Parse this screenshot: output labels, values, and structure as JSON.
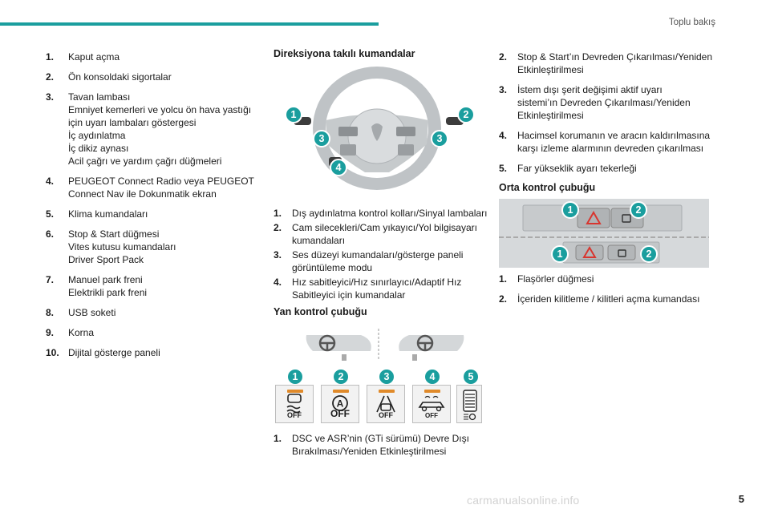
{
  "header": {
    "section": "Toplu bakış",
    "accent_color": "#1a9e9e"
  },
  "left_list": [
    {
      "num": "1.",
      "lines": [
        "Kaput açma"
      ]
    },
    {
      "num": "2.",
      "lines": [
        "Ön konsoldaki sigortalar"
      ]
    },
    {
      "num": "3.",
      "lines": [
        "Tavan lambası",
        "Emniyet kemerleri ve yolcu ön hava yastığı",
        "için uyarı lambaları göstergesi",
        "İç aydınlatma",
        "İç dikiz aynası",
        "Acil çağrı ve yardım çağrı düğmeleri"
      ]
    },
    {
      "num": "4.",
      "lines": [
        "PEUGEOT Connect Radio veya PEUGEOT",
        "Connect Nav ile Dokunmatik ekran"
      ]
    },
    {
      "num": "5.",
      "lines": [
        "Klima kumandaları"
      ]
    },
    {
      "num": "6.",
      "lines": [
        "Stop & Start düğmesi",
        "Vites kutusu kumandaları",
        "Driver Sport Pack"
      ]
    },
    {
      "num": "7.",
      "lines": [
        "Manuel park freni",
        "Elektrikli park freni"
      ]
    },
    {
      "num": "8.",
      "lines": [
        "USB soketi"
      ]
    },
    {
      "num": "9.",
      "lines": [
        "Korna"
      ]
    },
    {
      "num": "10.",
      "lines": [
        "Dijital gösterge paneli"
      ]
    }
  ],
  "middle": {
    "steering_title": "Direksiyona takılı kumandalar",
    "steering_badges": [
      "1",
      "2",
      "3",
      "3",
      "4"
    ],
    "steering_list": [
      {
        "num": "1.",
        "lines": [
          "Dış aydınlatma kontrol kolları/Sinyal lambaları"
        ]
      },
      {
        "num": "2.",
        "lines": [
          "Cam silecekleri/Cam yıkayıcı/Yol bilgisayarı",
          "kumandaları"
        ]
      },
      {
        "num": "3.",
        "lines": [
          "Ses düzeyi kumandaları/gösterge paneli",
          "görüntüleme modu"
        ]
      },
      {
        "num": "4.",
        "lines": [
          "Hız sabitleyici/Hız sınırlayıcı/Adaptif Hız",
          "Sabitleyici için kumandalar"
        ]
      }
    ],
    "side_title": "Yan kontrol çubuğu",
    "side_badges": [
      "1",
      "2",
      "3",
      "4",
      "5"
    ],
    "off_label": "OFF",
    "side_list": [
      {
        "num": "1.",
        "lines": [
          "DSC ve ASR’nin (GTi sürümü) Devre Dışı",
          "Bırakılması/Yeniden Etkinleştirilmesi"
        ]
      }
    ]
  },
  "right": {
    "list": [
      {
        "num": "2.",
        "lines": [
          "Stop & Start’ın Devreden Çıkarılması/Yeniden",
          "Etkinleştirilmesi"
        ]
      },
      {
        "num": "3.",
        "lines": [
          "İstem dışı şerit değişimi aktif uyarı",
          "sistemi’ın Devreden Çıkarılması/Yeniden",
          "Etkinleştirilmesi"
        ]
      },
      {
        "num": "4.",
        "lines": [
          "Hacimsel korumanın ve aracın kaldırılmasına",
          "karşı izleme alarmının devreden çıkarılması"
        ]
      },
      {
        "num": "5.",
        "lines": [
          "Far yükseklik ayarı tekerleği"
        ]
      }
    ],
    "center_title": "Orta kontrol çubuğu",
    "center_badges": [
      "1",
      "2",
      "1",
      "2"
    ],
    "center_list": [
      {
        "num": "1.",
        "lines": [
          "Flaşörler düğmesi"
        ]
      },
      {
        "num": "2.",
        "lines": [
          "İçeriden kilitleme / kilitleri açma kumandası"
        ]
      }
    ]
  },
  "footer": {
    "page_number": "5",
    "watermark": "carmanualsonline.info"
  }
}
